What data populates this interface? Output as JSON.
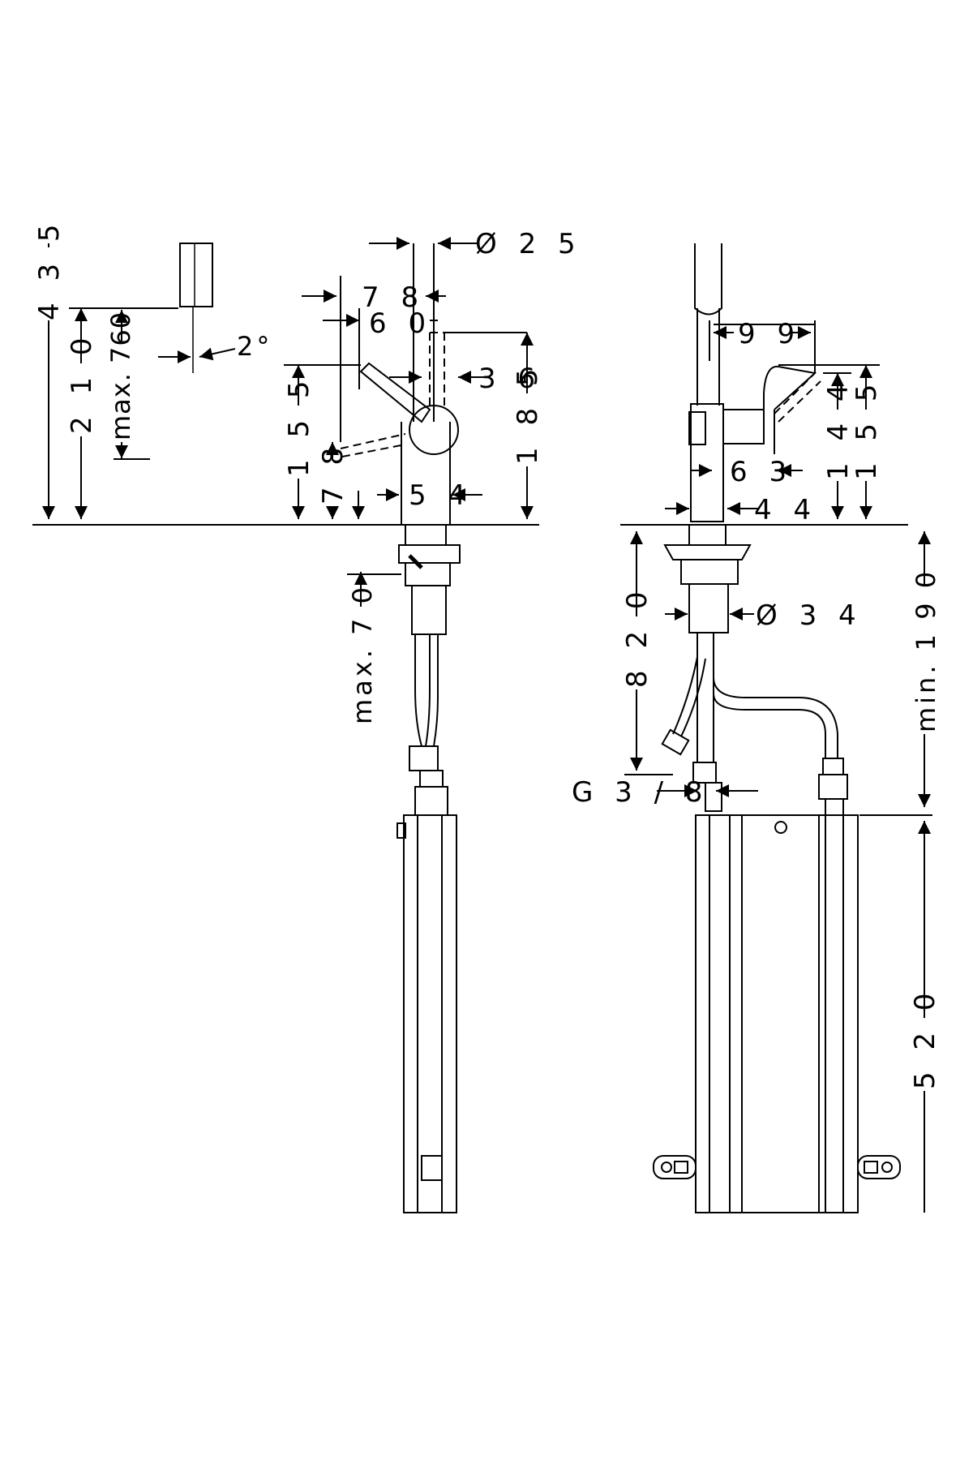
{
  "labels": {
    "d435": "4 3 5",
    "d210": "2 1 0",
    "dmax760": "max. 760",
    "angle": "2°",
    "d155_left": "1 5 5",
    "d78_vert": "7 8",
    "d78_top": "7 8",
    "d60": "6 0",
    "dia25": "Ø 2 5",
    "d36": "3 6",
    "d185": "1 8 5",
    "d54": "5 4",
    "dmax70": "max. 7 0",
    "d99": "9 9",
    "d63": "6 3",
    "d144": "1 4 4",
    "d155_right": "1 5 5",
    "d44": "4 4",
    "dia34": "Ø 3 4",
    "d820": "8 2 0",
    "dmin190": "min. 1 9 0",
    "g38": "G 3 / 8",
    "d520": "5 2 0"
  }
}
